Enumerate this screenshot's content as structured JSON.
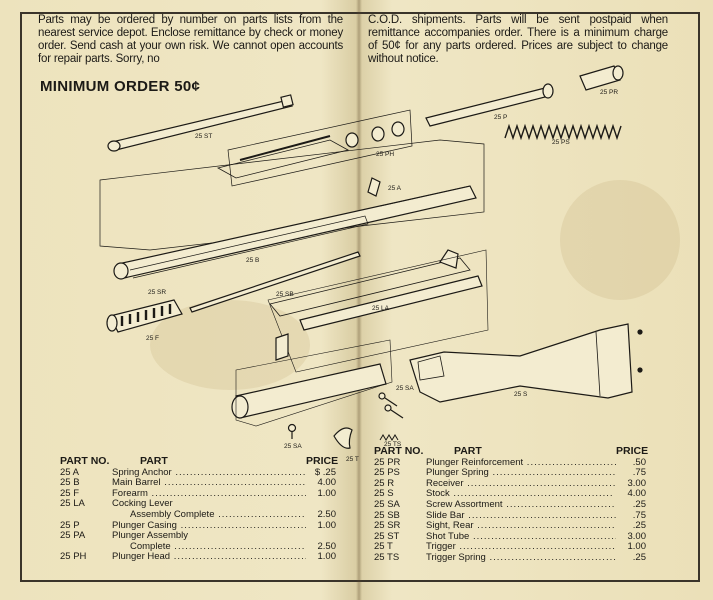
{
  "intro_left": "Parts may be ordered by number on parts lists from the nearest service depot. Enclose remittance by check or money order. Send cash at your own risk. We cannot open accounts for repair parts. Sorry, no",
  "intro_right": "C.O.D. shipments. Parts will be sent postpaid when remittance accompanies order. There is a minimum charge of 50¢ for any parts ordered. Prices are subject to change without notice.",
  "minimum_order": "MINIMUM ORDER 50¢",
  "diagram_labels": {
    "st": "25 ST",
    "ph": "25 PH",
    "p": "25 P",
    "ps": "25 PS",
    "pr": "25 PR",
    "a": "25 A",
    "b": "25 B",
    "sr": "25 SR",
    "la": "25 LA",
    "sb": "25 SB",
    "f": "25 F",
    "sa1": "25 SA",
    "sa2": "25 SA",
    "s": "25 S",
    "t": "25 T",
    "ts": "25 TS"
  },
  "table_headers": {
    "part_no": "PART NO.",
    "part": "PART",
    "price": "PRICE"
  },
  "left_table": [
    {
      "no": "25 A",
      "name": "Spring Anchor",
      "price": "$ .25"
    },
    {
      "no": "25 B",
      "name": "Main Barrel",
      "price": "4.00"
    },
    {
      "no": "25 F",
      "name": "Forearm",
      "price": "1.00"
    },
    {
      "no": "25 LA",
      "name": "Cocking Lever",
      "price": ""
    },
    {
      "no": "",
      "name": "Assembly Complete",
      "price": "2.50",
      "indent": true
    },
    {
      "no": "25 P",
      "name": "Plunger Casing",
      "price": "1.00"
    },
    {
      "no": "25 PA",
      "name": "Plunger Assembly",
      "price": ""
    },
    {
      "no": "",
      "name": "Complete",
      "price": "2.50",
      "indent": true
    },
    {
      "no": "25 PH",
      "name": "Plunger Head",
      "price": "1.00"
    }
  ],
  "right_table": [
    {
      "no": "25 PR",
      "name": "Plunger Reinforcement",
      "price": ".50"
    },
    {
      "no": "25 PS",
      "name": "Plunger Spring",
      "price": ".75"
    },
    {
      "no": "25 R",
      "name": "Receiver",
      "price": "3.00"
    },
    {
      "no": "25 S",
      "name": "Stock",
      "price": "4.00"
    },
    {
      "no": "25 SA",
      "name": "Screw Assortment",
      "price": ".25"
    },
    {
      "no": "25 SB",
      "name": "Slide Bar",
      "price": ".75"
    },
    {
      "no": "25 SR",
      "name": "Sight, Rear",
      "price": ".25"
    },
    {
      "no": "25 ST",
      "name": "Shot Tube",
      "price": "3.00"
    },
    {
      "no": "25 T",
      "name": "Trigger",
      "price": "1.00"
    },
    {
      "no": "25 TS",
      "name": "Trigger Spring",
      "price": ".25"
    }
  ]
}
